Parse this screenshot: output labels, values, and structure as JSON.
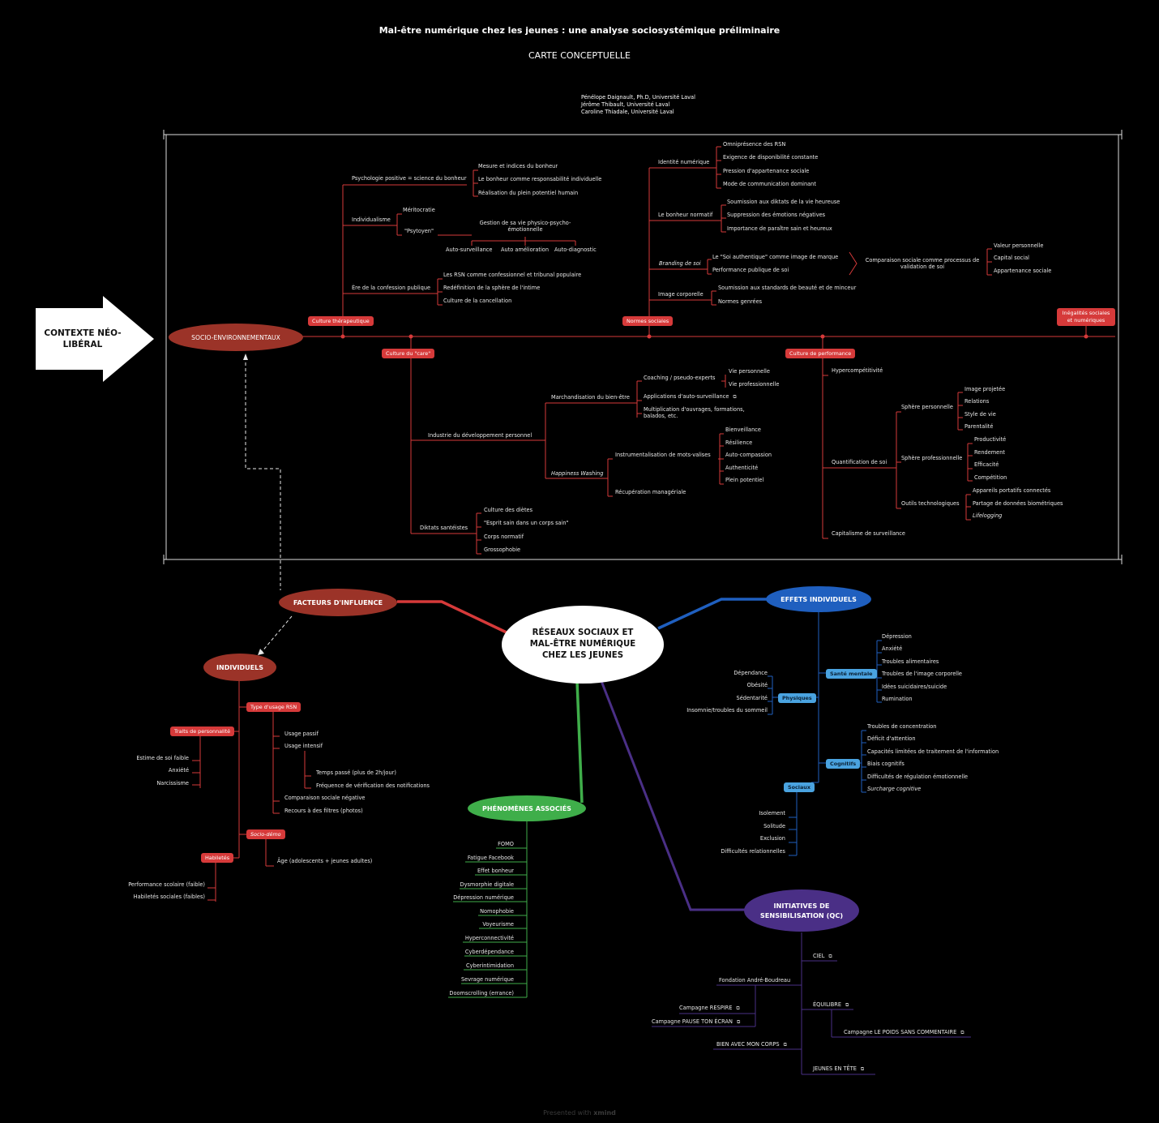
{
  "header": {
    "title": "Mal-être numérique chez les jeunes : une analyse sociosystémique préliminaire",
    "subtitle": "CARTE CONCEPTUELLE",
    "authors": [
      "Pénélope Daignault, Ph.D, Université Laval",
      "Jérôme Thibault, Université Laval",
      "Caroline Thiadale, Université Laval"
    ]
  },
  "arrow": {
    "label": "CONTEXTE NÉO-LIBÉRAL"
  },
  "socio": {
    "label": "SOCIO-ENVIRONNEMENTAUX",
    "culture_therapeutique": {
      "label": "Culture thérapeutique",
      "psycho": {
        "label": "Psychologie positive = science du bonheur",
        "items": [
          "Mesure et indices du bonheur",
          "Le bonheur comme responsabilité individuelle",
          "Réalisation du plein potentiel humain"
        ]
      },
      "individualisme": {
        "label": "Individualisme",
        "meritocratie": "Méritocratie",
        "psytoyen": "\"Psytoyen\"",
        "gestion": "Gestion de sa vie physico-psycho-émotionnelle",
        "auto": [
          "Auto-surveillance",
          "Auto amélioration",
          "Auto-diagnostic"
        ]
      },
      "confession": {
        "label": "Ère de la confession publique",
        "items": [
          "Les RSN comme confessionnel et tribunal populaire",
          "Redéfinition de la sphère de l'intime",
          "Culture de la cancellation"
        ]
      }
    },
    "normes_sociales": {
      "label": "Normes sociales",
      "identite": {
        "label": "Identité numérique",
        "items": [
          "Omniprésence des RSN",
          "Exigence de disponibilité constante",
          "Pression d'appartenance sociale",
          "Mode de communication dominant"
        ]
      },
      "bonheur": {
        "label": "Le bonheur normatif",
        "items": [
          "Soumission aux diktats de la vie heureuse",
          "Suppression des émotions négatives",
          "Importance de paraître sain et heureux"
        ]
      },
      "branding": {
        "label": "Branding de soi",
        "items": [
          "Le \"Soi authentique\"  comme image de marque",
          "Performance publique de soi"
        ]
      },
      "comparaison": {
        "label": "Comparaison sociale comme processus de validation de soi",
        "items": [
          "Valeur personnelle",
          "Capital social",
          "Appartenance sociale"
        ]
      },
      "image": {
        "label": "Image corporelle",
        "items": [
          "Soumission aux standards de beauté et de minceur",
          "Normes genrées"
        ]
      }
    },
    "inegalites": {
      "label": "Inégalités sociales et numériques"
    },
    "care": {
      "label": "Culture du \"care\"",
      "industrie": "Industrie du développement personnel",
      "marchandisation": {
        "label": "Marchandisation du bien-être",
        "coaching": "Coaching / pseudo-experts",
        "vie": [
          "Vie personnelle",
          "Vie professionnelle"
        ],
        "applications": "Applications d'auto-surveillance",
        "multiplication": "Multiplication d'ouvrages, formations, balados, etc."
      },
      "happiness": {
        "label": "Happiness Washing",
        "instrumentalisation": "Instrumentalisation de mots-valises",
        "mots": [
          "Bienveillance",
          "Résilience",
          "Auto-compassion",
          "Authenticité",
          "Plein potentiel"
        ],
        "recuperation": "Récupération managériale"
      },
      "diktats": {
        "label": "Diktats santéistes",
        "items": [
          "Culture des diètes",
          "\"Esprit sain dans un corps sain\"",
          "Corps normatif",
          "Grossophobie"
        ]
      }
    },
    "performance": {
      "label": "Culture de performance",
      "hyper": "Hypercompétitivité",
      "quantification": "Quantification de soi",
      "perso": {
        "label": "Sphère personnelle",
        "items": [
          "Image projetée",
          "Relations",
          "Style de vie",
          "Parentalité"
        ]
      },
      "pro": {
        "label": "Sphère professionnelle",
        "items": [
          "Productivité",
          "Rendement",
          "Efficacité",
          "Compétition"
        ]
      },
      "outils": {
        "label": "Outils technologiques",
        "items": [
          "Appareils portatifs connectés",
          "Partage de données biométriques",
          "Lifelogging"
        ]
      },
      "capitalisme": "Capitalisme de surveillance"
    }
  },
  "central": {
    "label": "RÉSEAUX SOCIAUX ET MAL-ÊTRE NUMÉRIQUE CHEZ LES JEUNES"
  },
  "facteurs": {
    "label": "FACTEURS D'INFLUENCE"
  },
  "individuels": {
    "label": "INDIVIDUELS",
    "usage": {
      "label": "Type d'usage RSN",
      "passif": "Usage passif",
      "intensif": "Usage intensif",
      "sub": [
        "Temps passé (plus de 2h/jour)",
        "Fréquence de vérification des notifications"
      ],
      "comparaison": "Comparaison sociale négative",
      "filtres": "Recours à des filtres  (photos)"
    },
    "traits": {
      "label": "Traits de personnalité",
      "items": [
        "Estime de soi faible",
        "Anxiété",
        "Narcissisme"
      ]
    },
    "socio_demo": {
      "label": "Socio-démo",
      "age": "Âge (adolescents + jeunes adultes)"
    },
    "habiletes": {
      "label": "Habiletés",
      "items": [
        "Performance scolaire (faible)",
        "Habiletés sociales (faibles)"
      ]
    }
  },
  "phenomenes": {
    "label": "PHÉNOMÈNES ASSOCIÉS",
    "items": [
      "FOMO",
      "Fatigue Facebook",
      "Effet bonheur",
      "Dysmorphie digitale",
      "Dépression numérique",
      "Nomophobie",
      "Voyeurisme",
      "Hyperconnectivité",
      "Cyberdépendance",
      "Cyberintimidation",
      "Sevrage numérique",
      "Doomscrolling (errance)"
    ]
  },
  "effets": {
    "label": "EFFETS INDIVIDUELS",
    "sante": {
      "label": "Santé mentale",
      "items": [
        "Dépression",
        "Anxiété",
        "Troubles alimentaires",
        "Troubles de l'image corporelle",
        "Idées suicidaires/suicide",
        "Rumination"
      ]
    },
    "physiques": {
      "label": "Physiques",
      "items": [
        "Dépendance",
        "Obésité",
        "Sédentarité",
        "Insomnie/troubles du sommeil"
      ]
    },
    "cognitifs": {
      "label": "Cognitifs",
      "items": [
        "Troubles de concentration",
        "Déficit d'attention",
        "Capacités limitées de traitement de l'information",
        "Biais cognitifs",
        "Difficultés de régulation émotionnelle",
        "Surcharge cognitive"
      ]
    },
    "sociaux": {
      "label": "Sociaux",
      "items": [
        "Isolement",
        "Solitude",
        "Exclusion",
        "Difficultés relationnelles"
      ]
    }
  },
  "initiatives": {
    "label": "INITIATIVES DE SENSIBILISATION (QC)",
    "ciel": "CIEL",
    "fondation": "Fondation André-Boudreau",
    "campagnes": [
      "Campagne RESPIRE",
      "Campagne PAUSE TON ÉCRAN"
    ],
    "bien": "BIEN AVEC MON CORPS",
    "equilibre": "ÉQUILIBRE",
    "poids": "Campagne LE POIDS SANS COMMENTAIRE",
    "jeunes": "JEUNES EN TÊTE"
  },
  "footer": {
    "prefix": "Presented with",
    "brand": "xmind"
  },
  "colors": {
    "red": "#d63a3a",
    "darkred": "#9b3328",
    "blue": "#1f5fbf",
    "light_blue": "#4aa3e0",
    "green": "#3fae4a",
    "purple": "#4a2f86"
  }
}
